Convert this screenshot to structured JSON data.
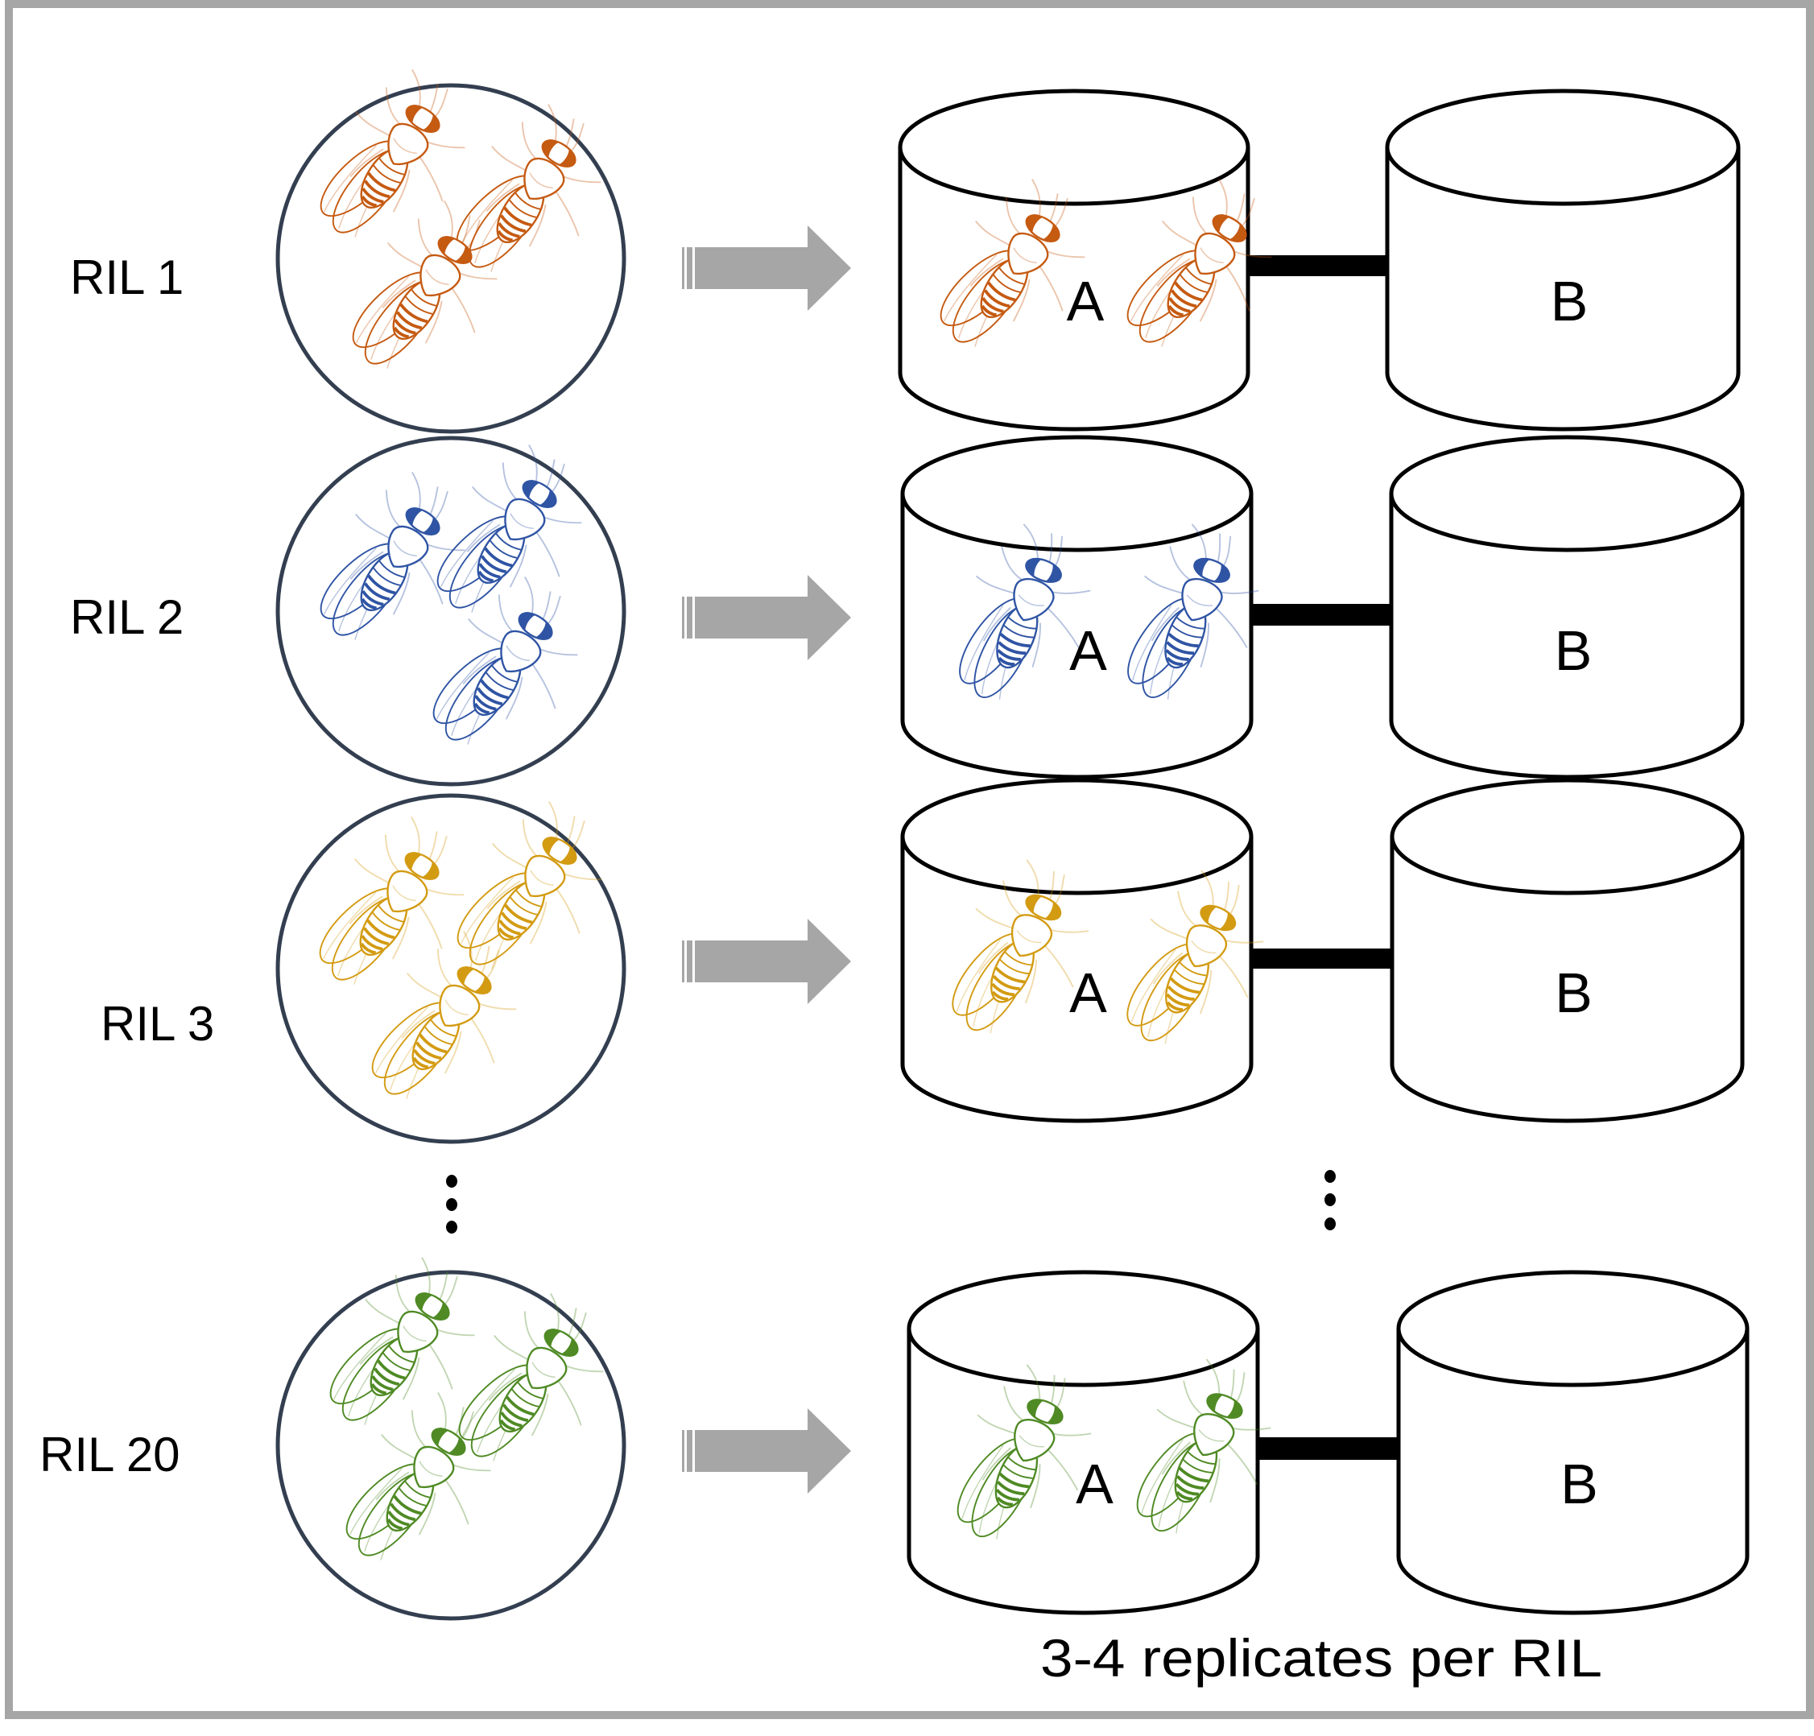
{
  "figure": {
    "type": "experimental design schematic",
    "caption": "3-4 replicates per RIL",
    "frame_color": "#a6a6a6",
    "circle_stroke_color": "#333f50",
    "arrow_color": "#a6a6a6",
    "chamber_stroke_color": "#000000",
    "ellipsis_symbol": "⋮"
  },
  "rows": [
    {
      "label": "RIL 1",
      "fly_color": "#c55a11",
      "chamber_a_label": "A",
      "chamber_b_label": "B",
      "flies_in_vial": 3,
      "flies_in_chamber_a": 2
    },
    {
      "label": "RIL 2",
      "fly_color": "#2f54a4",
      "chamber_a_label": "A",
      "chamber_b_label": "B",
      "flies_in_vial": 3,
      "flies_in_chamber_a": 2
    },
    {
      "label": "RIL 3",
      "fly_color": "#d39b12",
      "chamber_a_label": "A",
      "chamber_b_label": "B",
      "flies_in_vial": 3,
      "flies_in_chamber_a": 2
    },
    {
      "label": "RIL 20",
      "fly_color": "#4f8a24",
      "chamber_a_label": "A",
      "chamber_b_label": "B",
      "flies_in_vial": 3,
      "flies_in_chamber_a": 2
    }
  ]
}
